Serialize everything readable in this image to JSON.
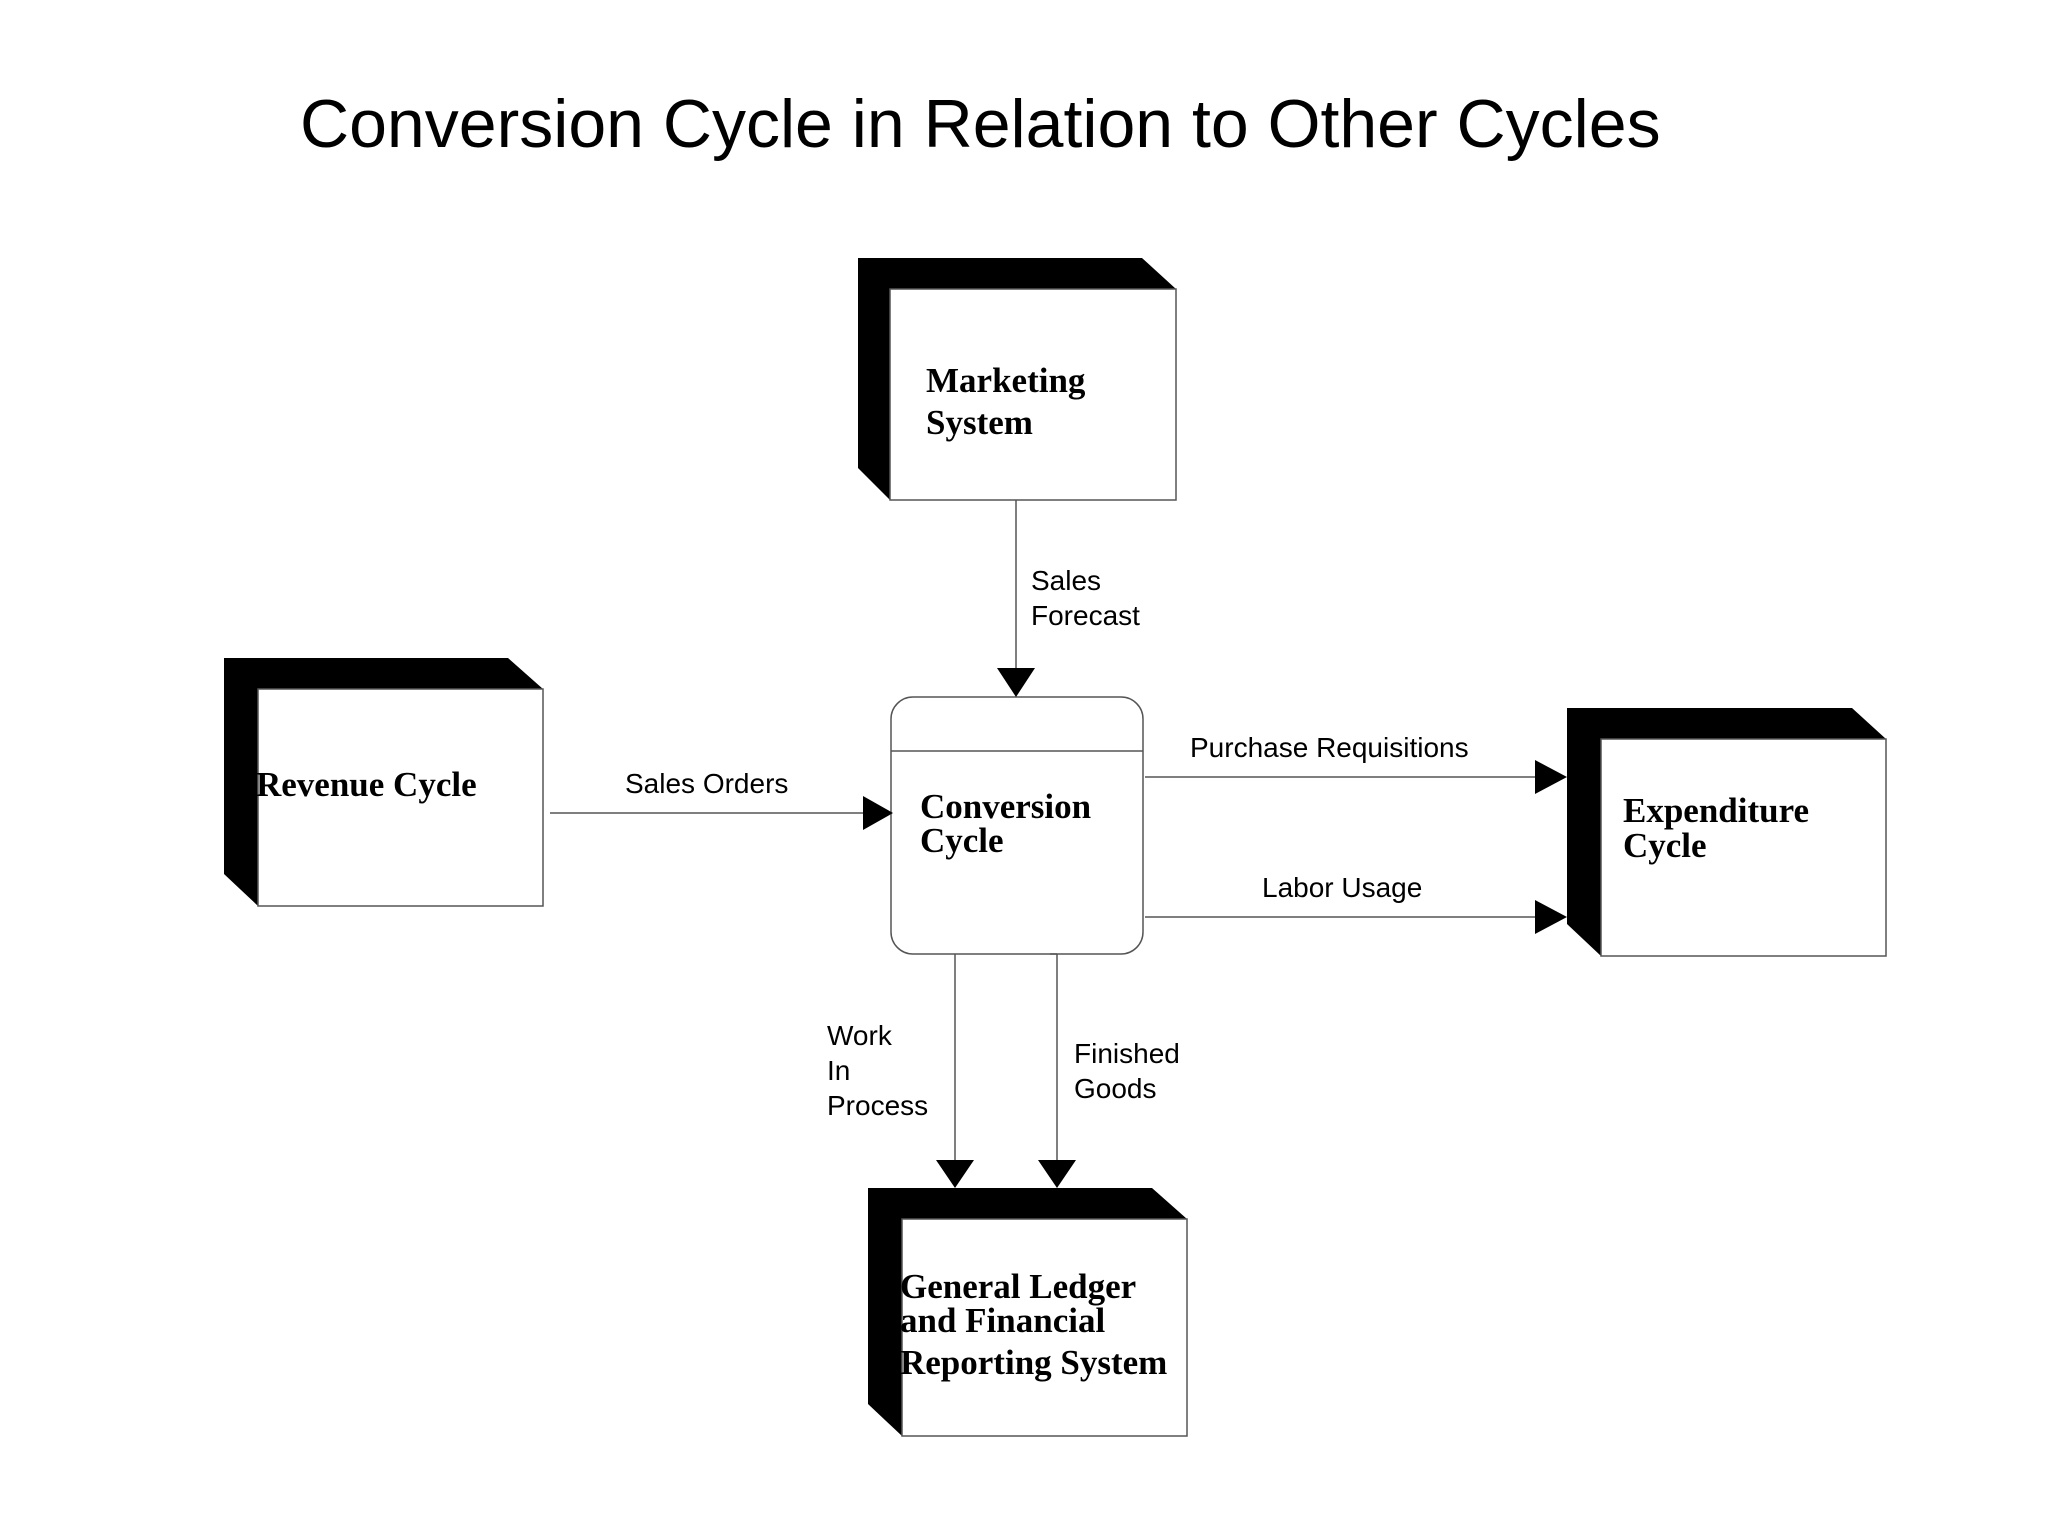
{
  "title": "Conversion Cycle in Relation to Other Cycles",
  "entities": {
    "marketing": {
      "lines": [
        "Marketing",
        "System"
      ]
    },
    "revenue": {
      "lines": [
        "Revenue Cycle"
      ]
    },
    "expenditure": {
      "lines": [
        "Expenditure",
        "Cycle"
      ]
    },
    "general_ledger": {
      "lines": [
        "General Ledger",
        "and Financial",
        "Reporting System"
      ]
    }
  },
  "process": {
    "conversion": {
      "lines": [
        "Conversion",
        "Cycle"
      ]
    }
  },
  "flows": {
    "sales_forecast": {
      "lines": [
        "Sales",
        "Forecast"
      ]
    },
    "sales_orders": {
      "lines": [
        "Sales Orders"
      ]
    },
    "purchase_requisitions": {
      "lines": [
        "Purchase Requisitions"
      ]
    },
    "labor_usage": {
      "lines": [
        "Labor Usage"
      ]
    },
    "work_in_process": {
      "lines": [
        "Work",
        "In",
        "Process"
      ]
    },
    "finished_goods": {
      "lines": [
        "Finished",
        "Goods"
      ]
    }
  }
}
